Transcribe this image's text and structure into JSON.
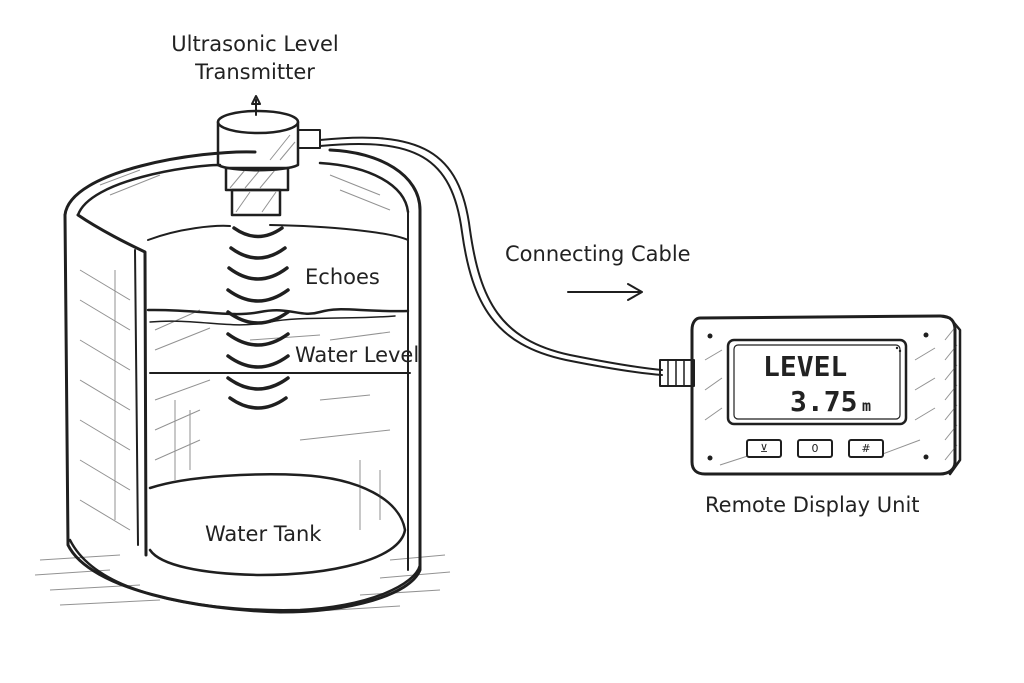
{
  "labels": {
    "transmitter_line1": "Ultrasonic Level",
    "transmitter_line2": "Transmitter",
    "cable": "Connecting Cable",
    "echoes": "Echoes",
    "water_level": "Water Level",
    "tank": "Water Tank",
    "display_unit": "Remote Display Unit"
  },
  "display": {
    "heading": "LEVEL",
    "value": "3.75",
    "unit": "m",
    "buttons": [
      {
        "glyph": "⊻",
        "name": "display-button-left"
      },
      {
        "glyph": "0",
        "name": "display-button-middle"
      },
      {
        "glyph": "#",
        "name": "display-button-right"
      }
    ]
  },
  "icons": {
    "arrow": "right-arrow-icon"
  },
  "colors": {
    "ink": "#1f1f1f",
    "background": "#ffffff"
  }
}
